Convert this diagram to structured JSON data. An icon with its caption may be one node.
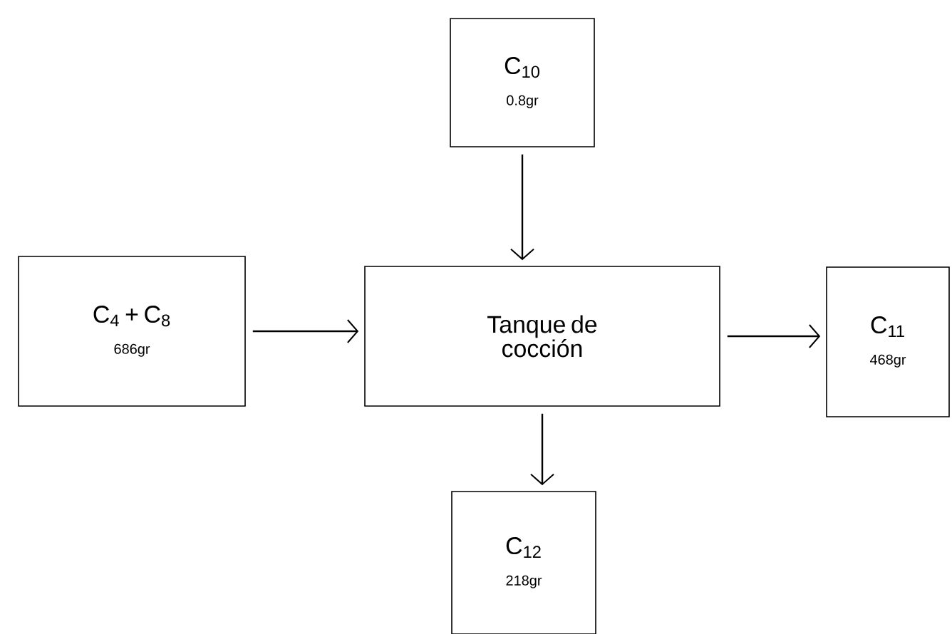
{
  "diagram": {
    "nodes": [
      {
        "text": [
          "C$_{10}$",
          "0.8gr"
        ]
      },
      {
        "text": [
          "C$_{4}$ + C$_{8}$",
          "686gr"
        ]
      },
      {
        "text": [
          "Tanque de cocción"
        ]
      },
      {
        "text": [
          "C$_{11}$",
          "468gr"
        ]
      },
      {
        "text": [
          "C$_{12}$",
          "218gr"
        ]
      }
    ],
    "edges": [
      {
        "from": 0,
        "to": 2,
        "arrow": "to"
      },
      {
        "from": 1,
        "to": 2,
        "arrow": "to"
      },
      {
        "from": 2,
        "to": 3,
        "arrow": "to"
      },
      {
        "from": 2,
        "to": 4,
        "arrow": "to"
      }
    ]
  }
}
